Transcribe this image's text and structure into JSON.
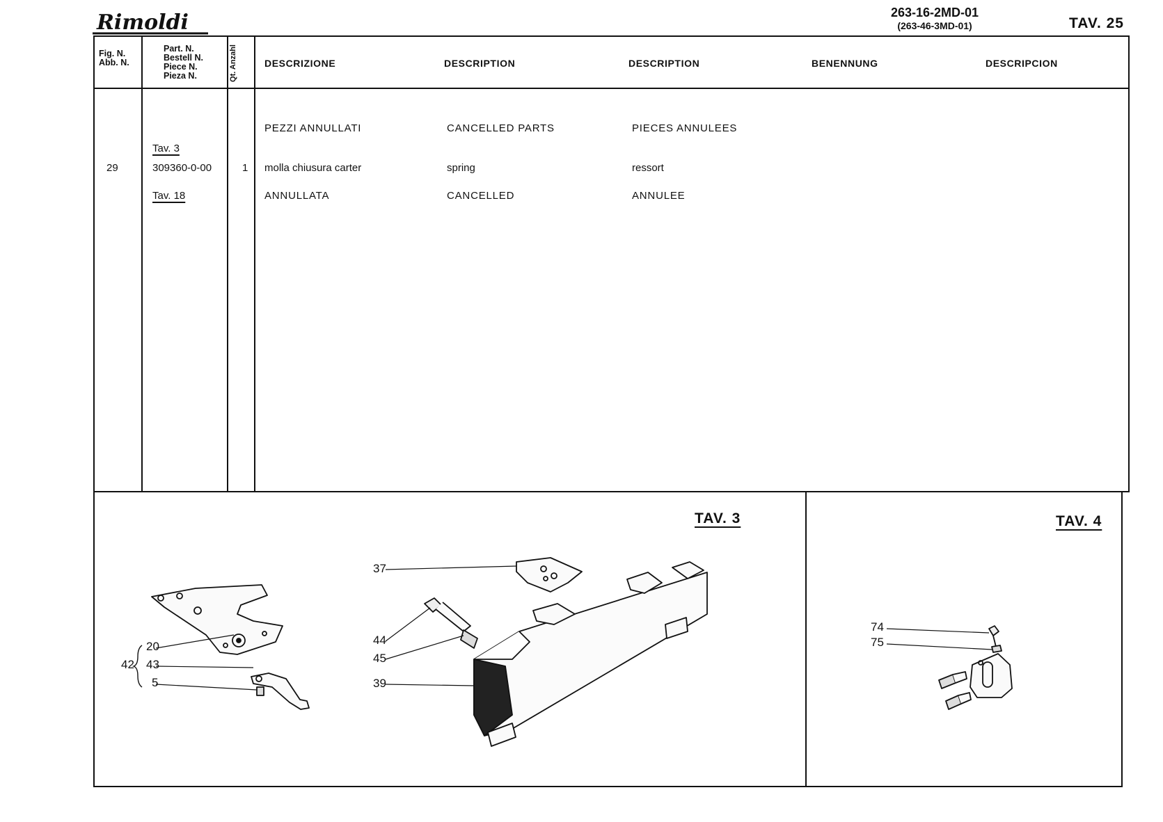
{
  "header": {
    "brand": "Rimoldi",
    "doc_code": "263-16-2MD-01",
    "doc_code_alt": "(263-46-3MD-01)",
    "table_label": "TAV. 25"
  },
  "columns": {
    "fig_line1": "Fig.   N.",
    "fig_line2": "Abb.  N.",
    "part_line1": "Part.   N.",
    "part_line2": "Bestell N.",
    "part_line3": "Piece   N.",
    "part_line4": "Pieza   N.",
    "qty": "Qt. Anzahl",
    "lang_it": "DESCRIZIONE",
    "lang_en": "DESCRIPTION",
    "lang_fr": "DESCRIPTION",
    "lang_de": "BENENNUNG",
    "lang_es": "DESCRIPCION"
  },
  "rows": {
    "cancelled_heading": {
      "it": "PEZZI ANNULLATI",
      "en": "CANCELLED PARTS",
      "fr": "PIECES ANNULEES"
    },
    "ref_tav": "Tav. 3",
    "item": {
      "fig": "29",
      "part": "309360-0-00",
      "qty": "1",
      "it": "molla chiusura carter",
      "en": "spring",
      "fr": "ressort"
    },
    "status": {
      "ref": "Tav. 18",
      "it": "ANNULLATA",
      "en": "CANCELLED",
      "fr": "ANNULEE"
    }
  },
  "figures": {
    "left": {
      "label": "TAV. 3",
      "callouts": [
        "20",
        "42",
        "43",
        "5",
        "37",
        "44",
        "45",
        "39"
      ]
    },
    "right": {
      "label": "TAV. 4",
      "callouts": [
        "74",
        "75"
      ]
    }
  }
}
